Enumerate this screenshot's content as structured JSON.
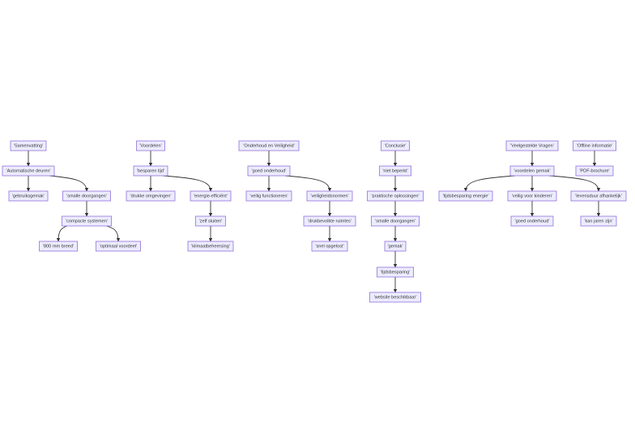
{
  "diagram": {
    "type": "flowchart",
    "nodes": {
      "n1": "'Samenvatting'",
      "n2": "'Automatische deuren'",
      "n3": "'gebruiksgemak'",
      "n4": "'smalle doorgangen'",
      "n5": "'compacte systemen'",
      "n6": "'800 mm breed'",
      "n7": "'optimaal voordeel'",
      "v1": "'Voordelen'",
      "v2": "'besparen tijd'",
      "v3": "'drukke omgevingen'",
      "v4": "'energie-efficiënt'",
      "v5": "'zelf sluiten'",
      "v6": "'klimaatbeheersing'",
      "o1": "'Onderhoud en Veiligheid'",
      "o2": "'goed onderhoud'",
      "o3": "'veilig functioneren'",
      "o4": "'veiligheidsnormen'",
      "o5": "'drukbevolkte ruimtes'",
      "o6": "'snel opgelost'",
      "c1": "'Conclusie'",
      "c2": "'niet beperkt'",
      "c3": "'praktische oplossingen'",
      "c4": "'smalle doorgangen'",
      "c5": "'gemak'",
      "c6": "'tijdsbesparing'",
      "c7": "'website beschikbaar'",
      "f1": "'Veelgestelde Vragen'",
      "f2": "'voordelen gemak'",
      "f3": "'tijdsbesparing energie'",
      "f4": "'veilig voor kinderen'",
      "f5": "'goed onderhoud'",
      "f6": "'levensduur afhankelijk'",
      "f7": "'kan jaren zijn'",
      "p1": "'Offline informatie'",
      "p2": "'PDF-brochure'"
    },
    "edges": [
      [
        "n1",
        "n2"
      ],
      [
        "n2",
        "n3"
      ],
      [
        "n2",
        "n4"
      ],
      [
        "n4",
        "n5"
      ],
      [
        "n5",
        "n6"
      ],
      [
        "n5",
        "n7"
      ],
      [
        "v1",
        "v2"
      ],
      [
        "v2",
        "v3"
      ],
      [
        "v2",
        "v4"
      ],
      [
        "v4",
        "v5"
      ],
      [
        "v5",
        "v6"
      ],
      [
        "o1",
        "o2"
      ],
      [
        "o2",
        "o3"
      ],
      [
        "o2",
        "o4"
      ],
      [
        "o4",
        "o5"
      ],
      [
        "o5",
        "o6"
      ],
      [
        "c1",
        "c2"
      ],
      [
        "c2",
        "c3"
      ],
      [
        "c3",
        "c4"
      ],
      [
        "c4",
        "c5"
      ],
      [
        "c5",
        "c6"
      ],
      [
        "c6",
        "c7"
      ],
      [
        "f1",
        "f2"
      ],
      [
        "f2",
        "f3"
      ],
      [
        "f2",
        "f4"
      ],
      [
        "f2",
        "f6"
      ],
      [
        "f4",
        "f5"
      ],
      [
        "f6",
        "f7"
      ],
      [
        "p1",
        "p2"
      ]
    ]
  }
}
